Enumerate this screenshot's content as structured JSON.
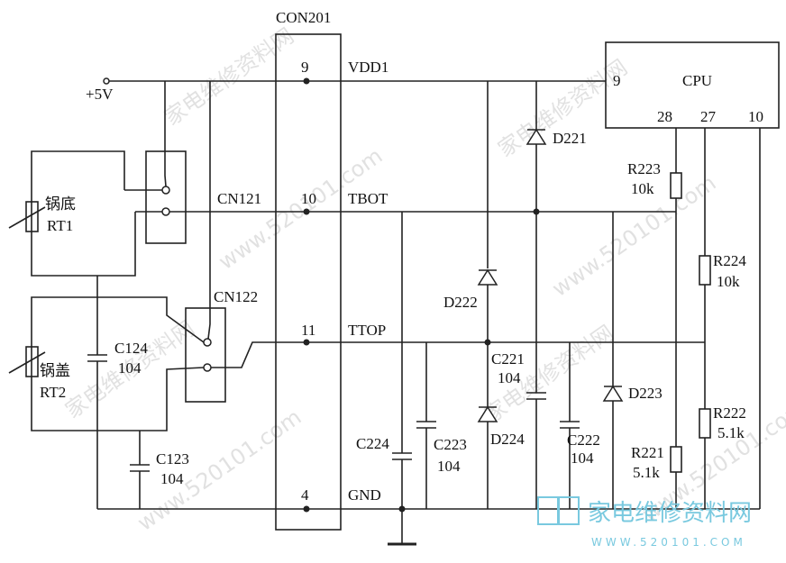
{
  "connector": {
    "ref": "CON201",
    "pins": {
      "vdd_num": "9",
      "vdd": "VDD1",
      "tbot_num": "10",
      "tbot": "TBOT",
      "ttop_num": "11",
      "ttop": "TTOP",
      "gnd_num": "4",
      "gnd": "GND"
    }
  },
  "power": {
    "label": "+5V"
  },
  "cpu": {
    "label": "CPU",
    "pin_in": "9",
    "pin_28": "28",
    "pin_27": "27",
    "pin_10": "10"
  },
  "sensors": {
    "rt1_cn": "锅底",
    "rt1": "RT1",
    "rt2_cn": "锅盖",
    "rt2": "RT2",
    "cn121": "CN121",
    "cn122": "CN122"
  },
  "caps": {
    "c124": "C124",
    "c124_v": "104",
    "c123": "C123",
    "c123_v": "104",
    "c224": "C224",
    "c223": "C223",
    "c223_v": "104",
    "c221": "C221",
    "c221_v": "104",
    "c222": "C222",
    "c222_v": "104"
  },
  "diodes": {
    "d221": "D221",
    "d222": "D222",
    "d223": "D223",
    "d224": "D224"
  },
  "resistors": {
    "r223": "R223",
    "r223_v": "10k",
    "r224": "R224",
    "r224_v": "10k",
    "r222": "R222",
    "r222_v": "5.1k",
    "r221": "R221",
    "r221_v": "5.1k"
  },
  "watermark": {
    "text1": "家电维修资料网",
    "text2": "www.520101.com",
    "logo_cn": "家电维修资料网",
    "logo_url": "WWW.520101.COM"
  },
  "colors": {
    "wire": "#222222",
    "watermark": "#c9c9c9",
    "logo": "#79c9df"
  }
}
